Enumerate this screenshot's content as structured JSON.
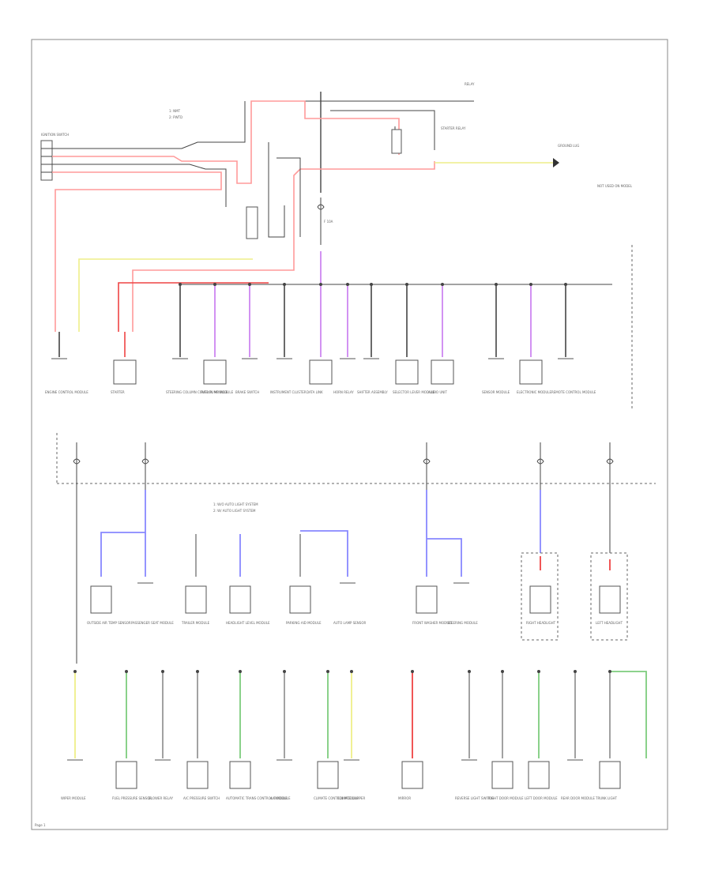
{
  "colors": {
    "red": "#ff9a9a",
    "red_dark": "#ee4444",
    "purple": "#c777ee",
    "blue": "#8888ff",
    "green": "#7dcc7d",
    "yellow": "#eeee88",
    "gray": "#444444"
  },
  "diagram": {
    "footer": "Page 1",
    "top_labels": {
      "legend": [
        "1: NMT",
        "2: PWTD"
      ],
      "ignition_switch": "IGNITION SWITCH",
      "right_note": "NOT USED ON MODEL",
      "ground_label": "GROUND LUG",
      "relay_label": "RELAY",
      "starter_label": "STARTER RELAY",
      "fuse_top": "F 10A",
      "bottom_legend": [
        "1: W/O AUTO LIGHT SYSTEM",
        "2: W/ AUTO LIGHT SYSTEM"
      ]
    },
    "row1_components": [
      "ENGINE CONTROL MODULE",
      "STARTER",
      "STEERING COLUMN CONTROL MODULE",
      "FUEL PUMP MODULE",
      "BRAKE SWITCH",
      "INSTRUMENT CLUSTER",
      "DATA LINK",
      "HORN RELAY",
      "SHIFTER ASSEMBLY",
      "SELECTOR LEVER MODULE",
      "AUDIO UNIT",
      "SENSOR MODULE",
      "ELECTRONIC MODULE",
      "REMOTE CONTROL MODULE"
    ],
    "row2_components": [
      "OUTSIDE AIR TEMP SENSOR",
      "PASSENGER SEAT MODULE",
      "TRAILER MODULE",
      "HEADLIGHT LEVEL MODULE",
      "PARKING AID MODULE",
      "AUTO LAMP SENSOR",
      "FRONT WASHER MODULE",
      "STEERING MODULE",
      "RIGHT HEADLIGHT",
      "LEFT HEADLIGHT"
    ],
    "row3_components": [
      "WIPER MODULE",
      "FUEL PRESSURE SENSOR",
      "BLOWER RELAY",
      "A/C PRESSURE SWITCH",
      "AUTOMATIC TRANS CONTROL MODULE",
      "A/C MODULE",
      "CLIMATE CONTROL MODULE",
      "CLIMATE DAMPER",
      "MIRROR",
      "REVERSE LIGHT SWITCH",
      "RIGHT DOOR MODULE",
      "LEFT DOOR MODULE",
      "REAR DOOR MODULE",
      "TRUNK LIGHT"
    ]
  }
}
